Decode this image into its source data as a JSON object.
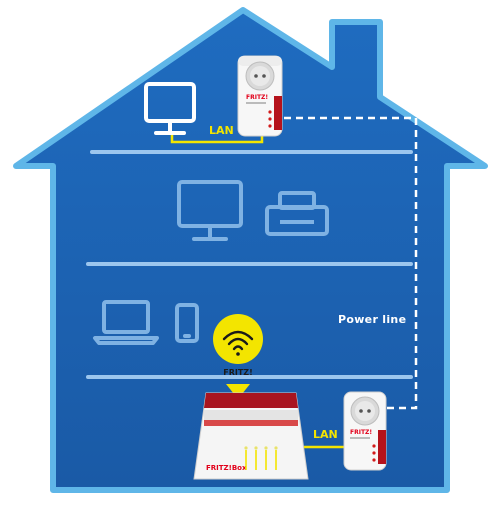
{
  "diagram": {
    "lan_top_label": "LAN",
    "lan_bottom_label": "LAN",
    "powerline_label": "Power line",
    "wifi_badge_label": "FRITZ!",
    "adapter_brand": "FRITZ!",
    "router_brand": "FRITZ!Box"
  },
  "colors": {
    "house_fill": "#1d64b4",
    "house_outline": "#5fb6e8",
    "icon_stroke": "#7fb2e3",
    "cable_yellow": "#f3e500",
    "powerline_dash": "#ffffff",
    "brand_red": "#e2001a"
  }
}
